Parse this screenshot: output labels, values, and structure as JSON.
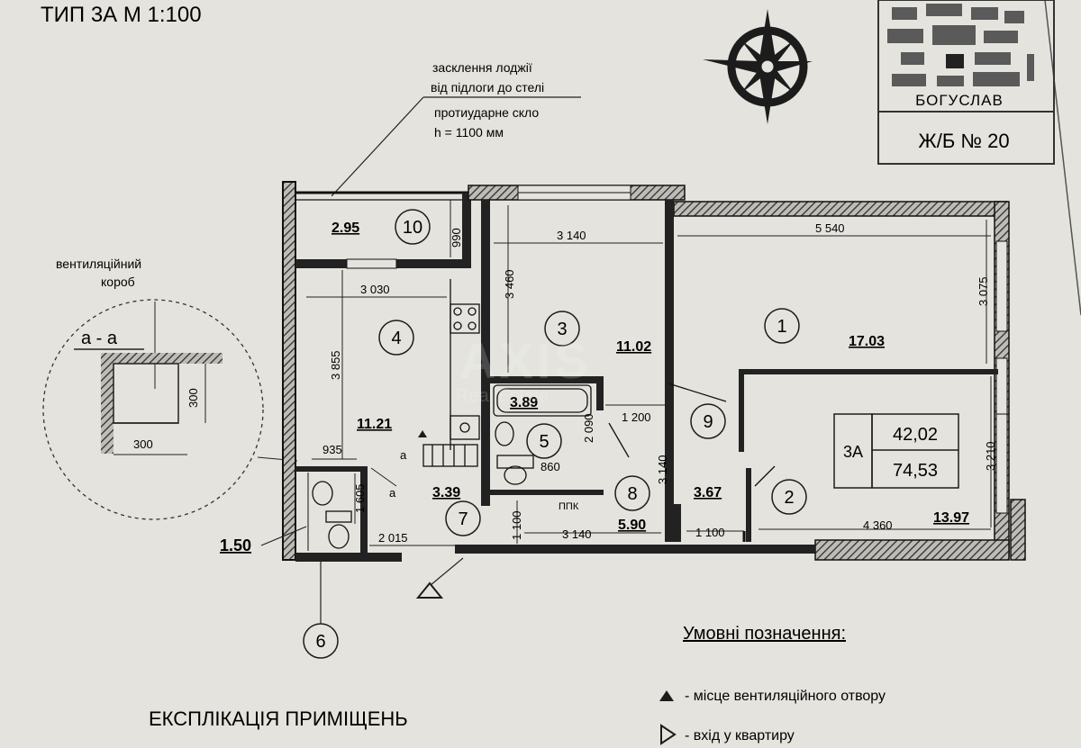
{
  "header": {
    "type_scale": "ТИП 3А  М 1:100"
  },
  "logo": {
    "city": "БОГУСЛАВ",
    "building": "Ж/Б № 20"
  },
  "glazing_note": [
    "засклення лоджії",
    "від підлоги до стелі",
    "протиударне скло",
    "h = 1100 мм"
  ],
  "vent_box": {
    "label": [
      "вентиляційний",
      "короб"
    ],
    "section": "а - а",
    "dim_a": "300",
    "dim_b": "300"
  },
  "rooms": [
    {
      "num": "1",
      "area": "17.03"
    },
    {
      "num": "2",
      "area": "13.97"
    },
    {
      "num": "3",
      "area": "11.02"
    },
    {
      "num": "4",
      "area": "11.21"
    },
    {
      "num": "5",
      "area": "3.89"
    },
    {
      "num": "6",
      "area": "1.50"
    },
    {
      "num": "7",
      "area": "3.39"
    },
    {
      "num": "8",
      "area": "5.90"
    },
    {
      "num": "9",
      "area": "3.67"
    },
    {
      "num": "10",
      "area": "2.95"
    }
  ],
  "dims": [
    "3 140",
    "5 540",
    "990",
    "3 030",
    "3 460",
    "3 075",
    "3 855",
    "1 200",
    "2 090",
    "3 140",
    "860",
    "3 210",
    "935",
    "1 605",
    "2 015",
    "1 100",
    "3 140",
    "1 100",
    "4 360"
  ],
  "marks": {
    "a1": "а",
    "a2": "а",
    "ppk": "ППК"
  },
  "apartment": {
    "type": "3А",
    "living_area": "42,02",
    "total_area": "74,53"
  },
  "legend": {
    "title": "Умовні позначення:",
    "items": [
      "- місце вентиляційного отвору",
      "- вхід у квартиру"
    ]
  },
  "explication_title": "ЕКСПЛІКАЦІЯ ПРИМІЩЕНЬ",
  "watermark": {
    "main": "AXIS",
    "sub": "Real Estate"
  }
}
